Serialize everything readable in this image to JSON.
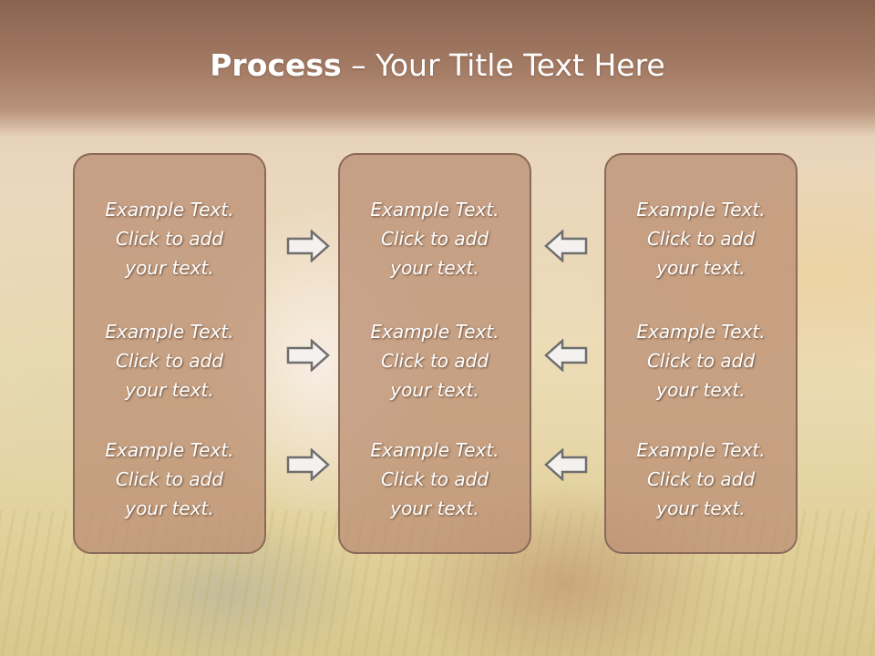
{
  "slide": {
    "title_bold": "Process",
    "title_rest": " – Your Title Text Here"
  },
  "columns": [
    {
      "items": [
        {
          "line1": "Example Text.",
          "line2": "Click  to add",
          "line3": "your text."
        },
        {
          "line1": "Example Text.",
          "line2": "Click  to add",
          "line3": "your text."
        },
        {
          "line1": "Example Text.",
          "line2": "Click  to add",
          "line3": "your text."
        }
      ]
    },
    {
      "items": [
        {
          "line1": "Example Text.",
          "line2": "Click  to add",
          "line3": "your text."
        },
        {
          "line1": "Example Text.",
          "line2": "Click  to add",
          "line3": "your text."
        },
        {
          "line1": "Example Text.",
          "line2": "Click  to add",
          "line3": "your text."
        }
      ]
    },
    {
      "items": [
        {
          "line1": "Example Text.",
          "line2": "Click  to add",
          "line3": "your text."
        },
        {
          "line1": "Example Text.",
          "line2": "Click  to add",
          "line3": "your text."
        },
        {
          "line1": "Example Text.",
          "line2": "Click  to add",
          "line3": "your text."
        }
      ]
    }
  ],
  "arrows": {
    "left_group": "arrow-right-icon",
    "right_group": "arrow-left-icon",
    "fill": "#f4f1ee",
    "stroke": "#6e6e6e"
  }
}
